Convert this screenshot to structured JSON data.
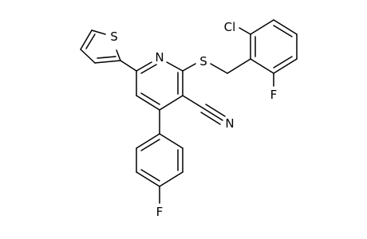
{
  "molecule": {
    "atom_labels": {
      "pyridine_n": "N",
      "thioether_s": "S",
      "thiophene_s": "S",
      "chlorine": "Cl",
      "fluorine_benzyl": "F",
      "nitrile_n": "N",
      "fluorine_phenyl": "F"
    }
  }
}
